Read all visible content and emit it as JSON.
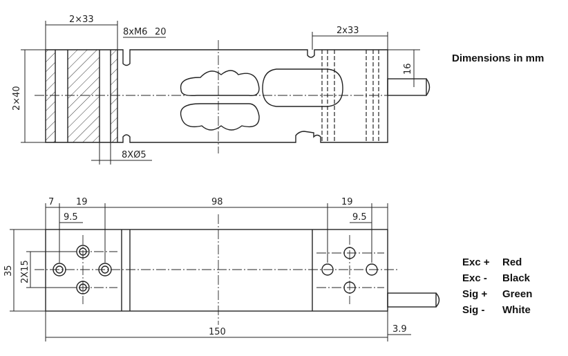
{
  "notes": {
    "units": "Dimensions in mm"
  },
  "side_view": {
    "dims": {
      "left_holes": "2×33",
      "right_holes": "2x33",
      "thread": "8xM6",
      "thread_depth": "20",
      "height": "2×40",
      "cable_offset": "16",
      "through_holes": "8XØ5"
    }
  },
  "top_view": {
    "dims": {
      "edge": "7",
      "left_pitch": "19",
      "center_span": "98",
      "right_pitch": "19",
      "left_half": "9.5",
      "right_half": "9.5",
      "width": "35",
      "hole_pitch": "2X15",
      "length": "150",
      "cable_offset": "3.9"
    }
  },
  "wiring": [
    {
      "signal": "Exc +",
      "color": "Red"
    },
    {
      "signal": "Exc -",
      "color": "Black"
    },
    {
      "signal": "Sig +",
      "color": "Green"
    },
    {
      "signal": "Sig -",
      "color": "White"
    }
  ]
}
